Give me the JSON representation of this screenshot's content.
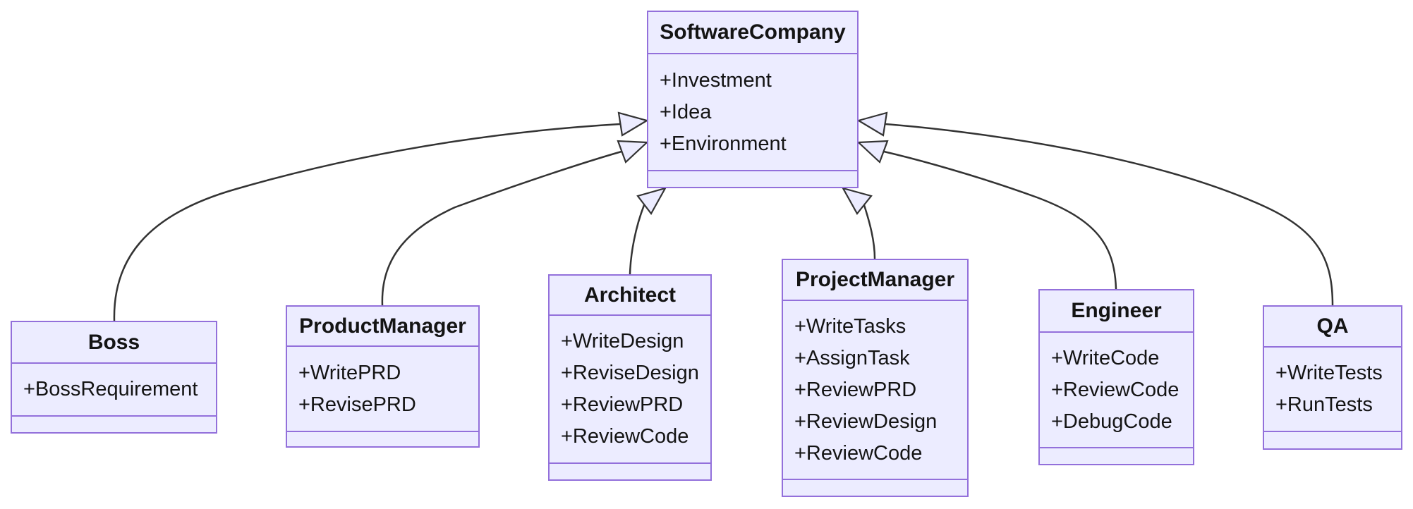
{
  "diagram": {
    "type": "uml-class-diagram",
    "classes": [
      {
        "name": "SoftwareCompany",
        "attributes": [
          "+Investment",
          "+Idea",
          "+Environment"
        ],
        "methods": []
      },
      {
        "name": "Boss",
        "attributes": [
          "+BossRequirement"
        ],
        "methods": []
      },
      {
        "name": "ProductManager",
        "attributes": [
          "+WritePRD",
          "+RevisePRD"
        ],
        "methods": []
      },
      {
        "name": "Architect",
        "attributes": [
          "+WriteDesign",
          "+ReviseDesign",
          "+ReviewPRD",
          "+ReviewCode"
        ],
        "methods": []
      },
      {
        "name": "ProjectManager",
        "attributes": [
          "+WriteTasks",
          "+AssignTask",
          "+ReviewPRD",
          "+ReviewDesign",
          "+ReviewCode"
        ],
        "methods": []
      },
      {
        "name": "Engineer",
        "attributes": [
          "+WriteCode",
          "+ReviewCode",
          "+DebugCode"
        ],
        "methods": []
      },
      {
        "name": "QA",
        "attributes": [
          "+WriteTests",
          "+RunTests"
        ],
        "methods": []
      }
    ],
    "relationships": [
      {
        "from": "Boss",
        "to": "SoftwareCompany",
        "type": "inheritance"
      },
      {
        "from": "ProductManager",
        "to": "SoftwareCompany",
        "type": "inheritance"
      },
      {
        "from": "Architect",
        "to": "SoftwareCompany",
        "type": "inheritance"
      },
      {
        "from": "ProjectManager",
        "to": "SoftwareCompany",
        "type": "inheritance"
      },
      {
        "from": "Engineer",
        "to": "SoftwareCompany",
        "type": "inheritance"
      },
      {
        "from": "QA",
        "to": "SoftwareCompany",
        "type": "inheritance"
      }
    ],
    "colors": {
      "node_fill": "#ECECFF",
      "node_border": "#9370DB",
      "edge_stroke": "#333333",
      "text": "#141414",
      "background": "#FFFFFF"
    }
  }
}
